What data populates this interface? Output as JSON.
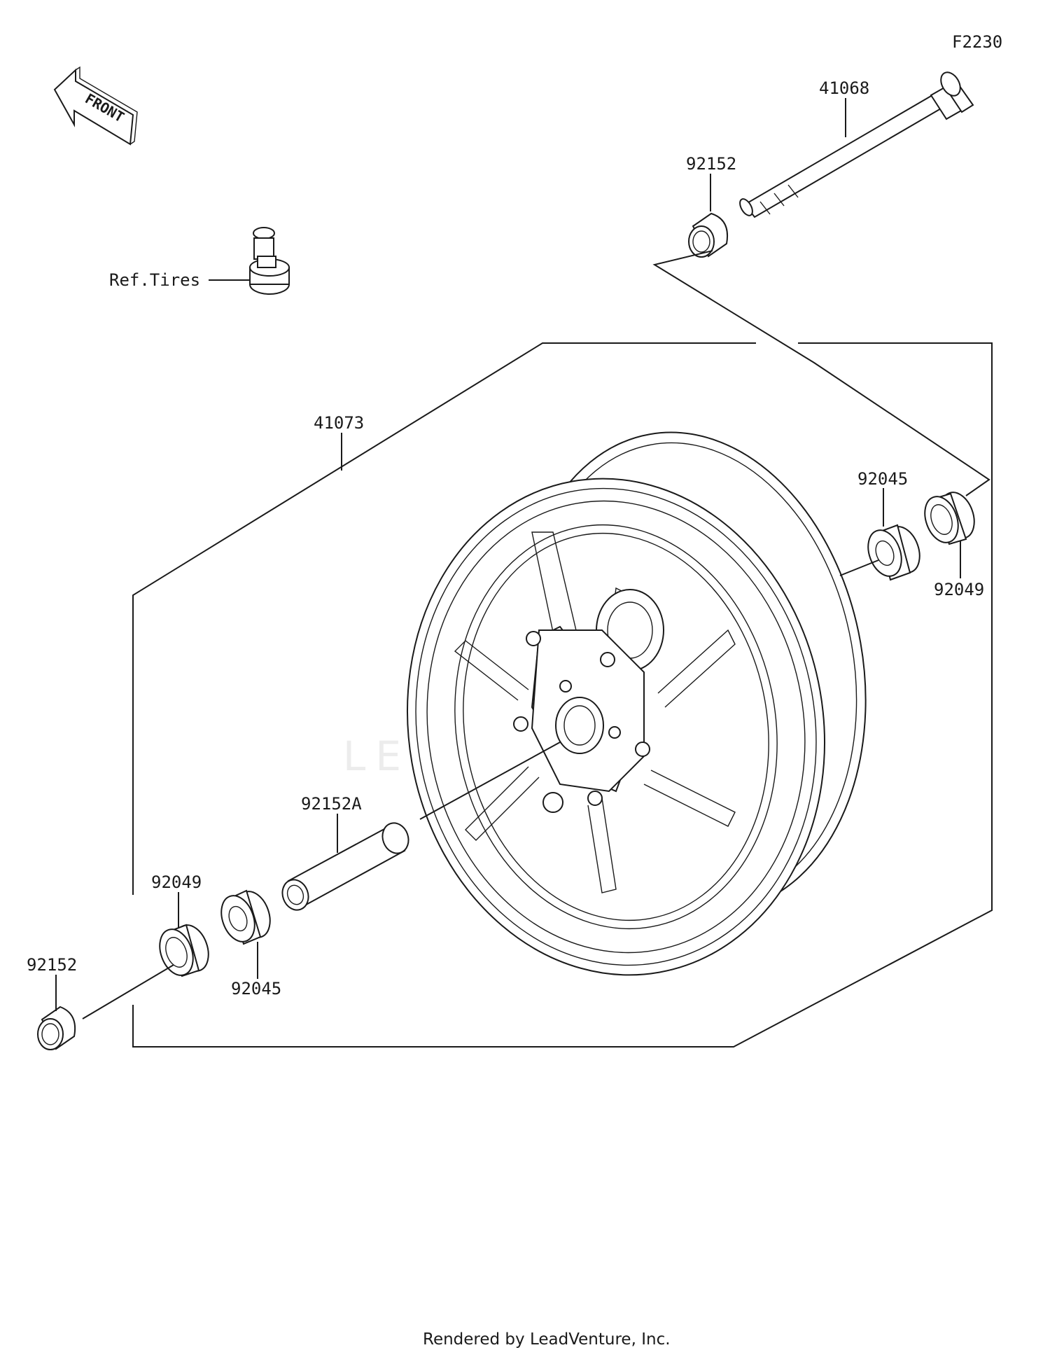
{
  "diagram_code": "F2230",
  "front_label": "FRONT",
  "watermark": "LEADVENTURE",
  "footer": "Rendered by LeadVenture, Inc.",
  "labels": {
    "axle": "41068",
    "axle_collar": "92152",
    "valve_ref": "Ref.Tires",
    "wheel": "41073",
    "bearing_right": "92045",
    "seal_right": "92049",
    "center_collar": "92152A",
    "seal_left": "92049",
    "bearing_left": "92045",
    "collar_left": "92152"
  }
}
